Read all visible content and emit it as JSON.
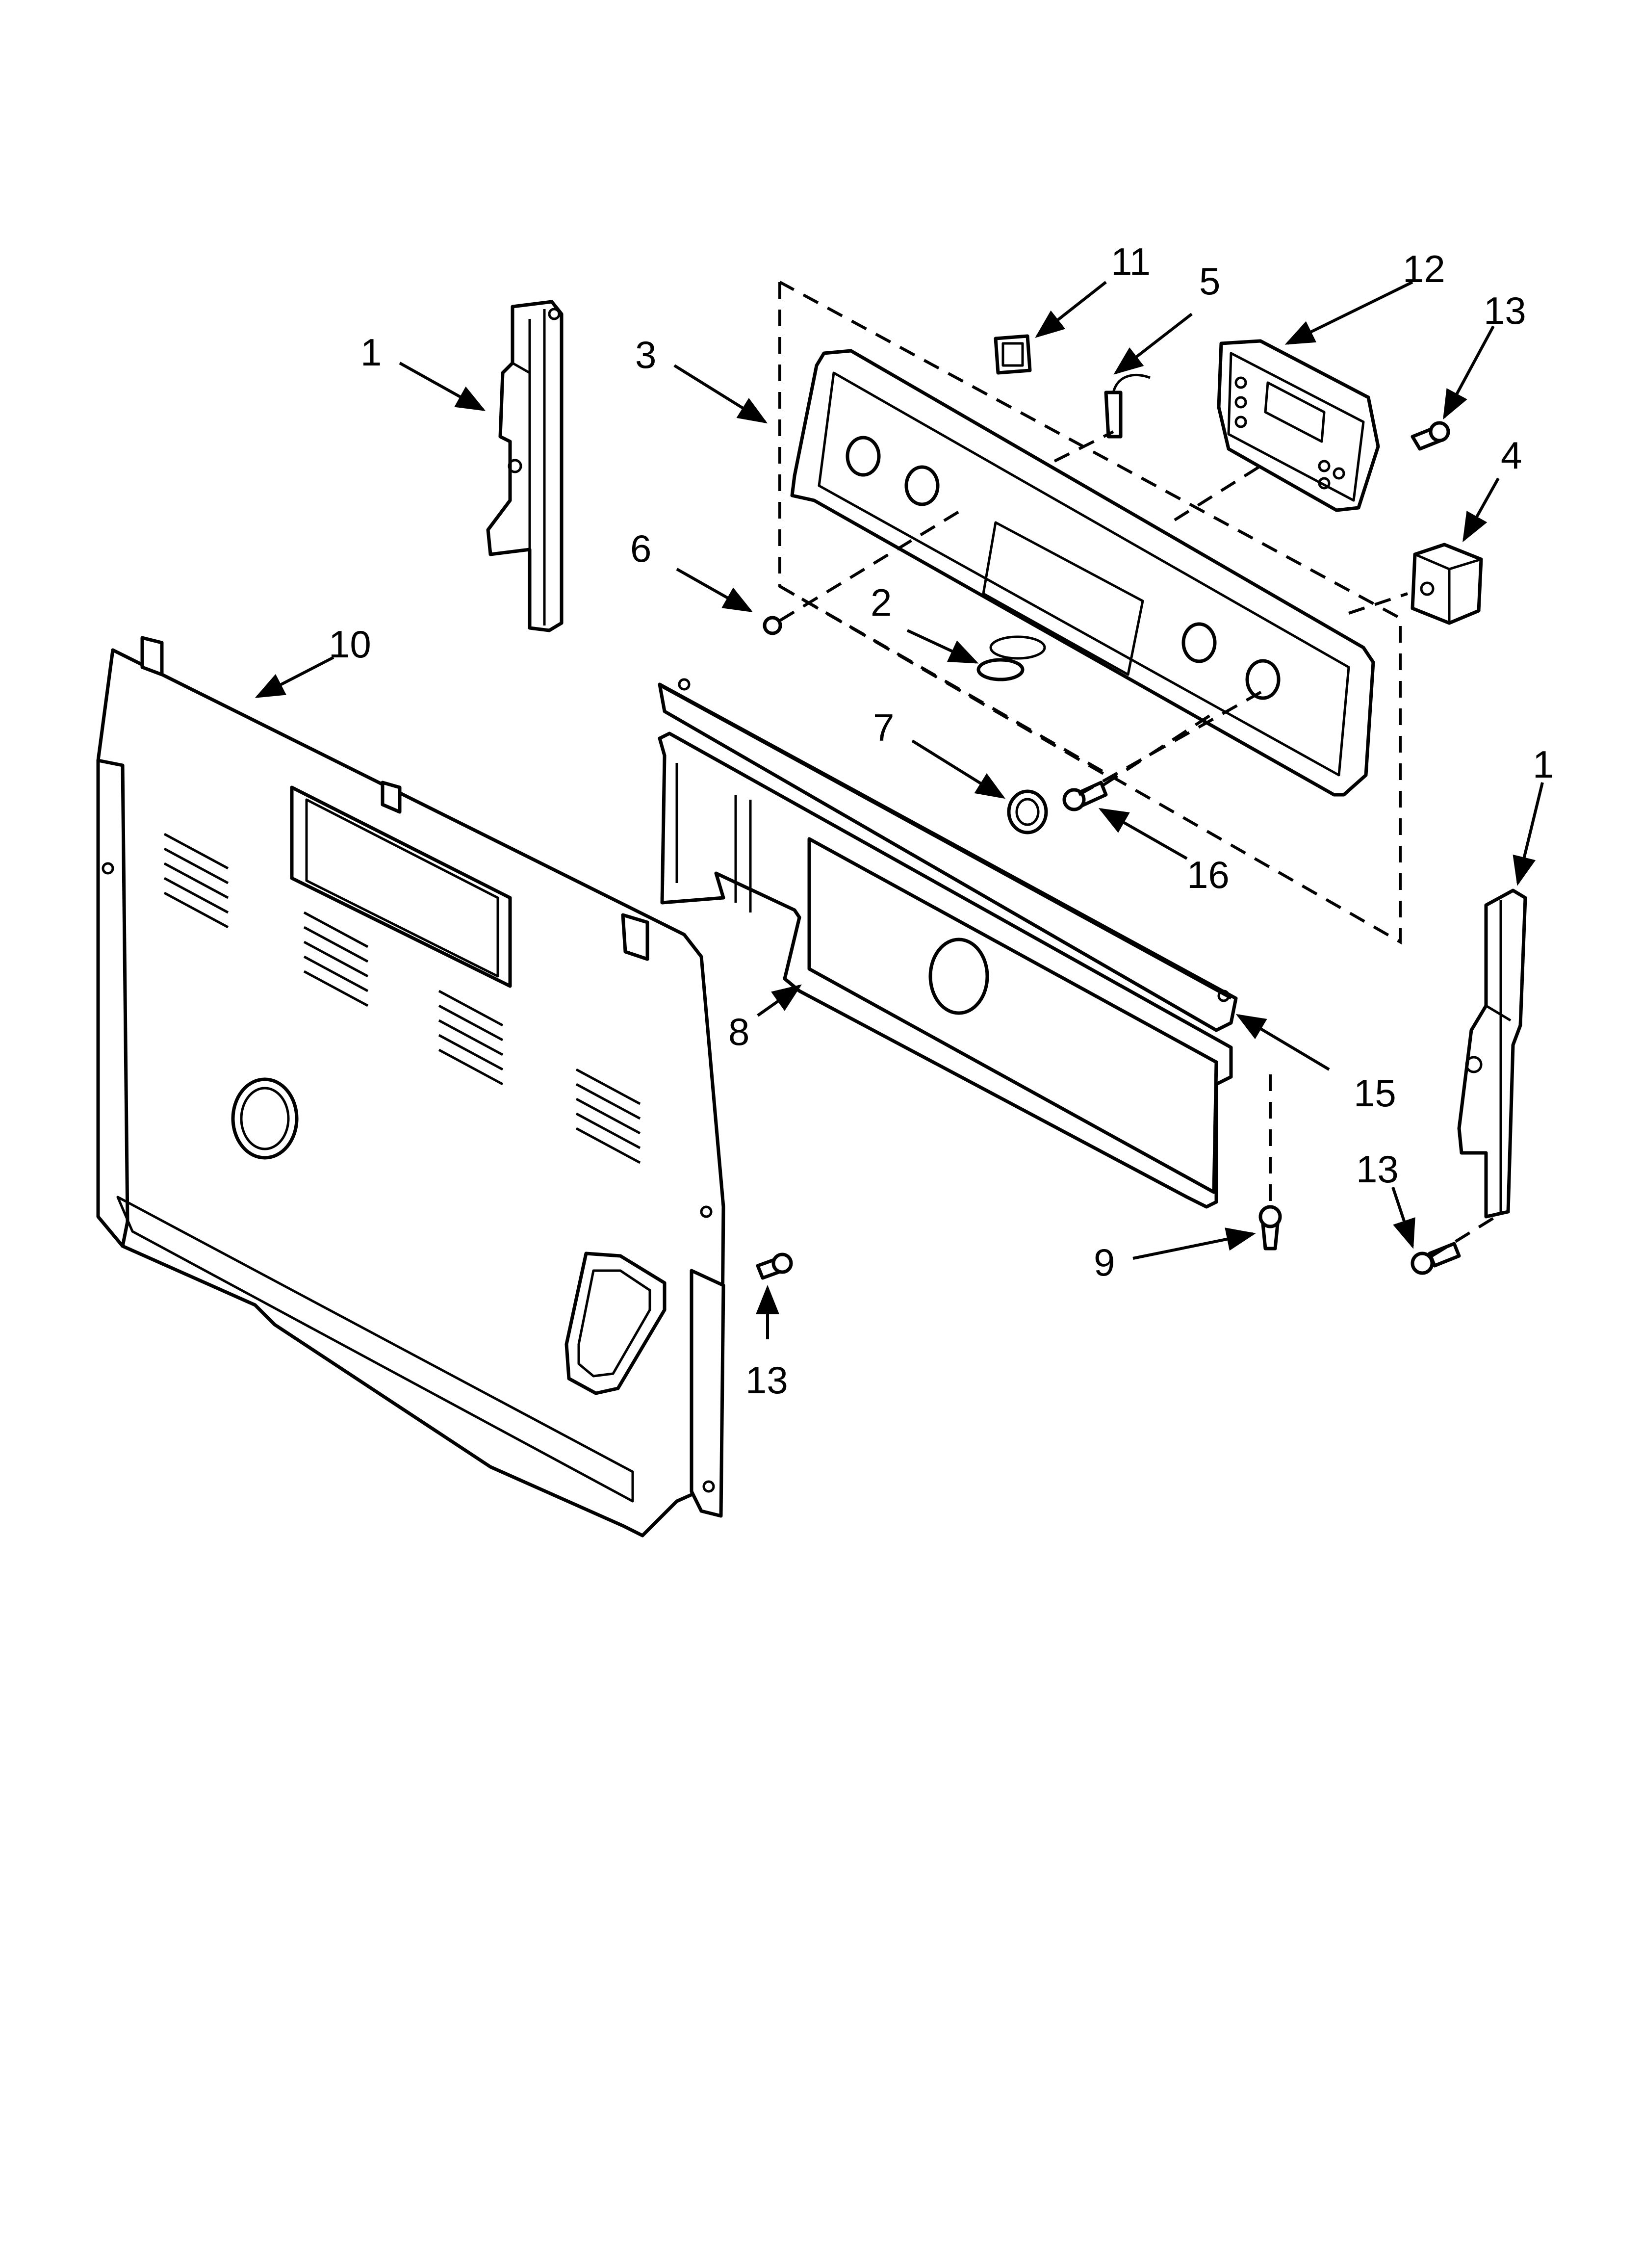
{
  "callouts": {
    "c1_left": "1",
    "c3": "3",
    "c11": "11",
    "c5": "5",
    "c12": "12",
    "c13_top": "13",
    "c4": "4",
    "c6": "6",
    "c2": "2",
    "c10": "10",
    "c7": "7",
    "c1_right": "1",
    "c16": "16",
    "c8": "8",
    "c15": "15",
    "c13_right": "13",
    "c9": "9",
    "c13_bottom": "13"
  },
  "icons": {
    "side_bracket": "side-bracket-icon",
    "control_panel": "control-panel-icon",
    "control_board": "control-board-icon",
    "switch": "switch-icon",
    "screw": "screw-icon",
    "knob": "knob-icon",
    "rear_panel": "rear-panel-icon",
    "manifold": "manifold-panel-icon"
  }
}
